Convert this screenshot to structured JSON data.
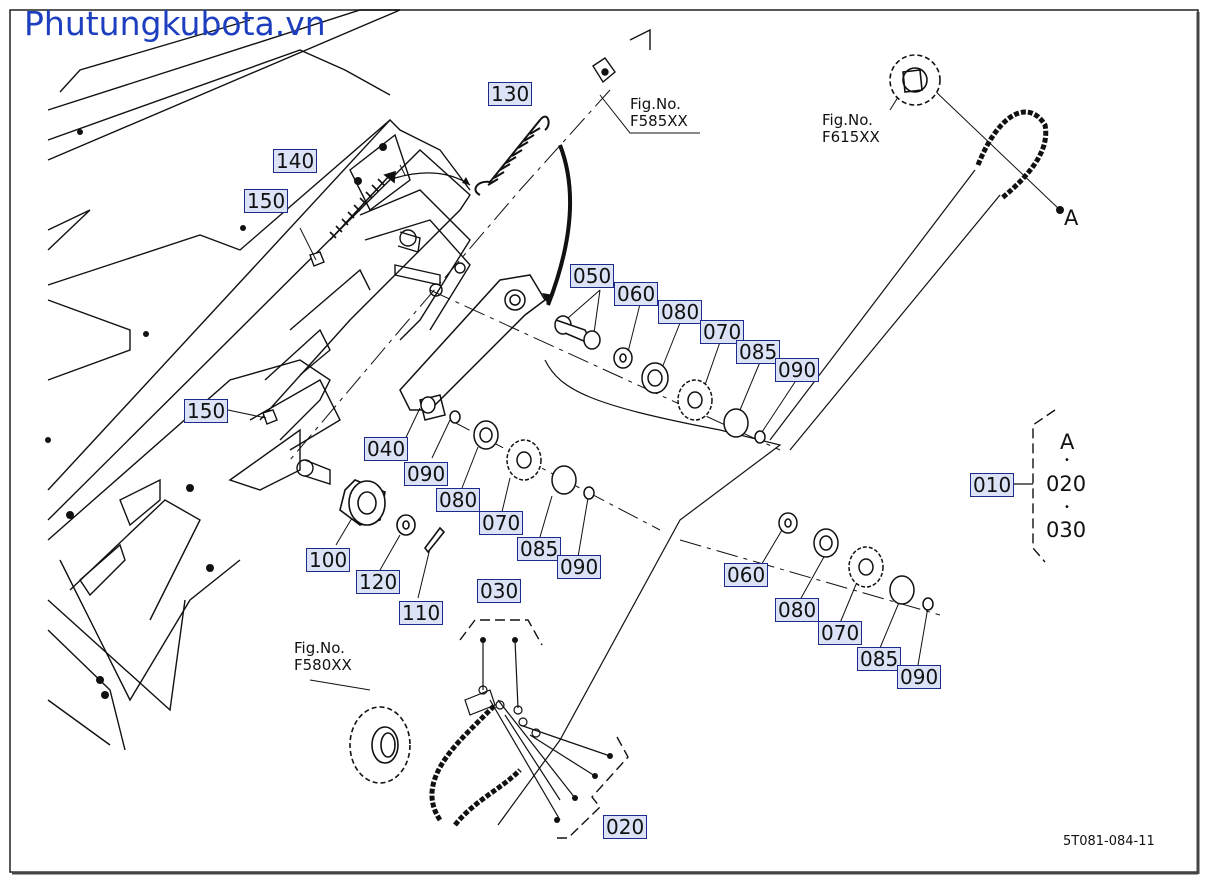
{
  "watermark": "Phutungkubota.vn",
  "drawing_code": "5T081-084-11",
  "callouts": {
    "p130": "130",
    "p140": "140",
    "p150a": "150",
    "p150b": "150",
    "p050": "050",
    "p060a": "060",
    "p080a": "080",
    "p070a": "070",
    "p085a": "085",
    "p090a": "090",
    "p040": "040",
    "p090b": "090",
    "p080b": "080",
    "p070b": "070",
    "p085b": "085",
    "p090c": "090",
    "p100": "100",
    "p120": "120",
    "p110": "110",
    "p030": "030",
    "p020": "020",
    "p060b": "060",
    "p080c": "080",
    "p070c": "070",
    "p085c": "085",
    "p090d": "090",
    "p010": "010"
  },
  "figure_refs": {
    "f585": {
      "label": "Fig.No.",
      "code": "F585XX"
    },
    "f615": {
      "label": "Fig.No.",
      "code": "F615XX"
    },
    "f580": {
      "label": "Fig.No.",
      "code": "F580XX"
    }
  },
  "chain_marker": "A",
  "kit": {
    "title": "A",
    "items": [
      "020",
      "030"
    ],
    "bullet": "•"
  }
}
